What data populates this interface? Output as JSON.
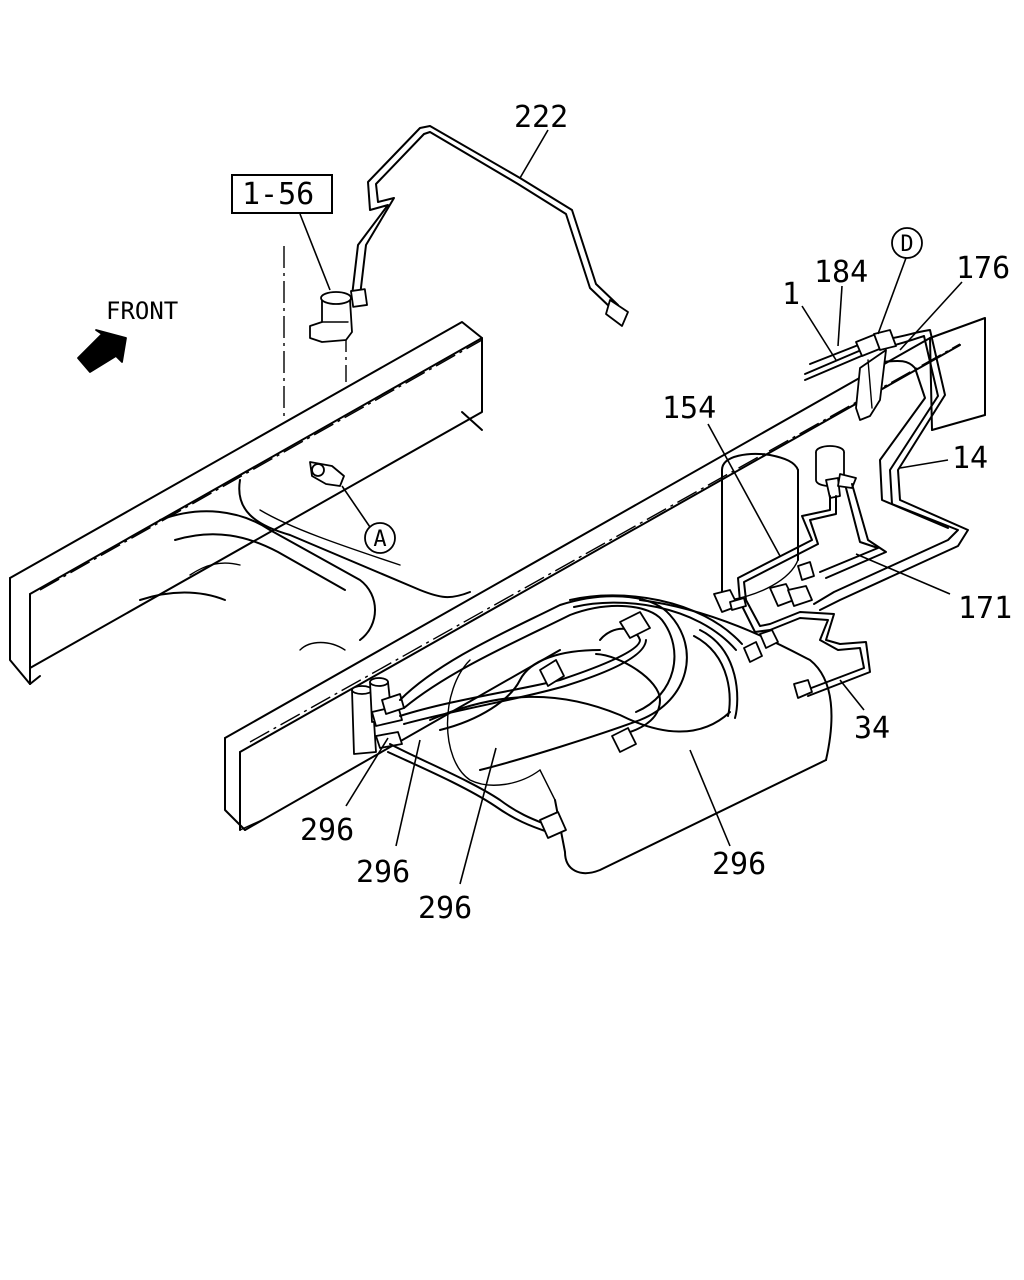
{
  "direction_label": "FRONT",
  "reference_box": "1-56",
  "callouts": {
    "c222": "222",
    "c184": "184",
    "c176": "176",
    "c1": "1",
    "c154": "154",
    "c14": "14",
    "c171": "171",
    "c34": "34",
    "c296a": "296",
    "c296b": "296",
    "c296c": "296",
    "c296d": "296"
  },
  "circled": {
    "d": "D",
    "a": "A"
  }
}
